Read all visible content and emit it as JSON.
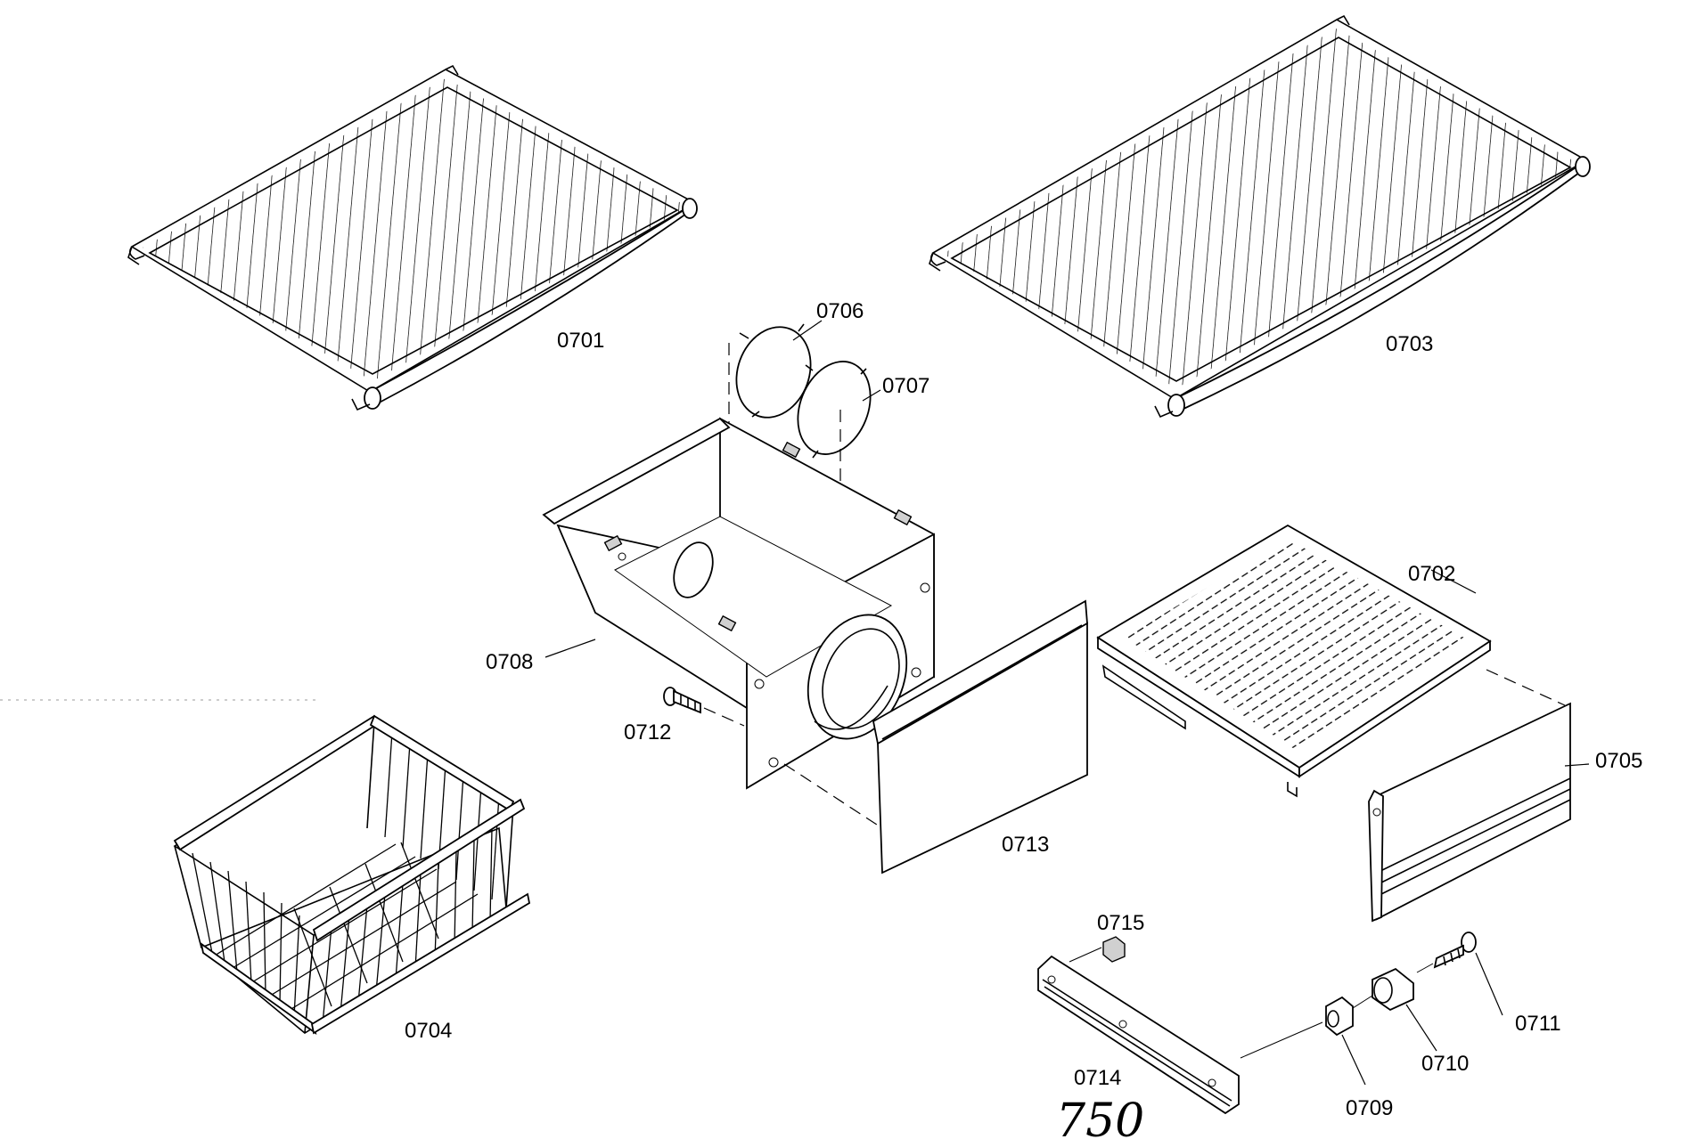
{
  "diagram": {
    "parts": [
      {
        "id": "0701",
        "name": "wire-shelf-left"
      },
      {
        "id": "0703",
        "name": "wire-shelf-right"
      },
      {
        "id": "0706",
        "name": "cover-disc-front"
      },
      {
        "id": "0707",
        "name": "cover-disc-rear"
      },
      {
        "id": "0708",
        "name": "fan-housing-box"
      },
      {
        "id": "0712",
        "name": "screw"
      },
      {
        "id": "0713",
        "name": "drawer-front-panel"
      },
      {
        "id": "0702",
        "name": "slotted-shelf"
      },
      {
        "id": "0705",
        "name": "crisper-front"
      },
      {
        "id": "0704",
        "name": "wire-basket"
      },
      {
        "id": "0715",
        "name": "clip"
      },
      {
        "id": "0714",
        "name": "rail"
      },
      {
        "id": "0709",
        "name": "bushing"
      },
      {
        "id": "0710",
        "name": "spacer"
      },
      {
        "id": "0711",
        "name": "screw-rail"
      }
    ],
    "page_number": "750"
  }
}
